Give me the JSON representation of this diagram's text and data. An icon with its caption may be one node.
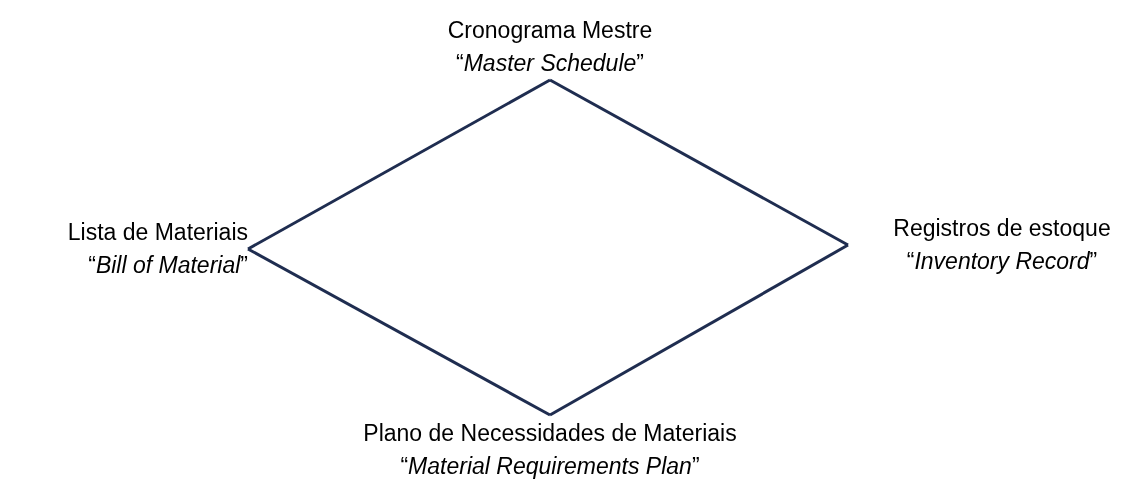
{
  "diagram": {
    "nodes": [
      {
        "text": [
          "Cronograma Mestre",
          "“*Master Schedule*”"
        ]
      },
      {
        "text": [
          "Lista de Materiais",
          "“*Bill of Material*”"
        ]
      },
      {
        "text": [
          "Registros de estoque",
          "“*Inventory Record*”"
        ]
      },
      {
        "text": [
          "Plano de Necessidades de Materiais",
          "“*Material Requirements Plan*”"
        ]
      }
    ],
    "edges": [
      {
        "from": 0,
        "to": 1,
        "arrow": "none"
      },
      {
        "from": 0,
        "to": 2,
        "arrow": "none"
      },
      {
        "from": 1,
        "to": 3,
        "arrow": "none"
      },
      {
        "from": 2,
        "to": 3,
        "arrow": "none"
      }
    ]
  }
}
